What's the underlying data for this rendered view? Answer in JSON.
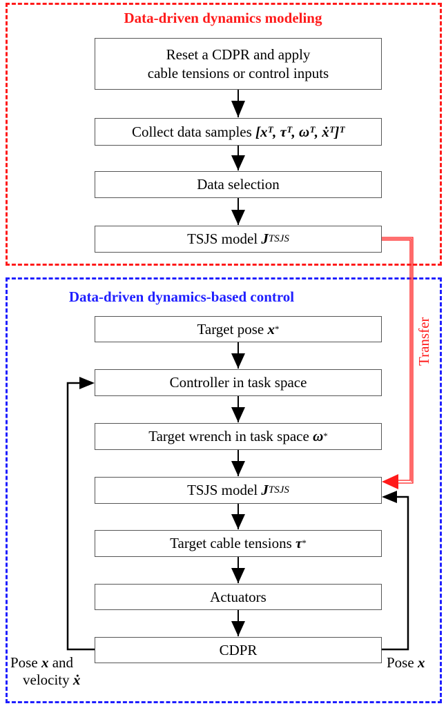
{
  "sections": {
    "modeling": {
      "title": "Data-driven dynamics modeling",
      "color": "#ff1a1a"
    },
    "control": {
      "title": "Data-driven dynamics-based control",
      "color": "#1f1fff"
    }
  },
  "modeling_steps": {
    "reset": {
      "line1": "Reset a CDPR and apply",
      "line2": "cable tensions or control inputs"
    },
    "collect": {
      "text": "Collect data samples ",
      "math": "[xᵀ, τᵀ, ωᵀ, ẋᵀ]ᵀ"
    },
    "selection": {
      "text": "Data selection"
    },
    "model": {
      "text": "TSJS model ",
      "symbol": "J",
      "subscript": "TSJS"
    }
  },
  "control_steps": {
    "target_pose": {
      "text": "Target pose ",
      "symbol": "x",
      "sup": "*"
    },
    "controller": {
      "text": "Controller in task space"
    },
    "target_wrench": {
      "text": "Target wrench in task space ",
      "symbol": "ω",
      "sup": "*"
    },
    "model": {
      "text": "TSJS model ",
      "symbol": "J",
      "subscript": "TSJS"
    },
    "target_tensions": {
      "text": "Target cable tensions ",
      "symbol": "τ",
      "sup": "*"
    },
    "actuators": {
      "text": "Actuators"
    },
    "cdpr": {
      "text": "CDPR"
    }
  },
  "edge_labels": {
    "transfer": "Transfer",
    "feedback_left_line1": "Pose ",
    "feedback_left_symbol1": "x",
    "feedback_left_line1_end": " and",
    "feedback_left_line2": "velocity ",
    "feedback_left_symbol2": "ẋ",
    "feedback_right": "Pose ",
    "feedback_right_symbol": "x"
  },
  "colors": {
    "transfer_arrow": "#ff1a1a",
    "flow_arrow": "#000000",
    "box_border": "#555555"
  }
}
